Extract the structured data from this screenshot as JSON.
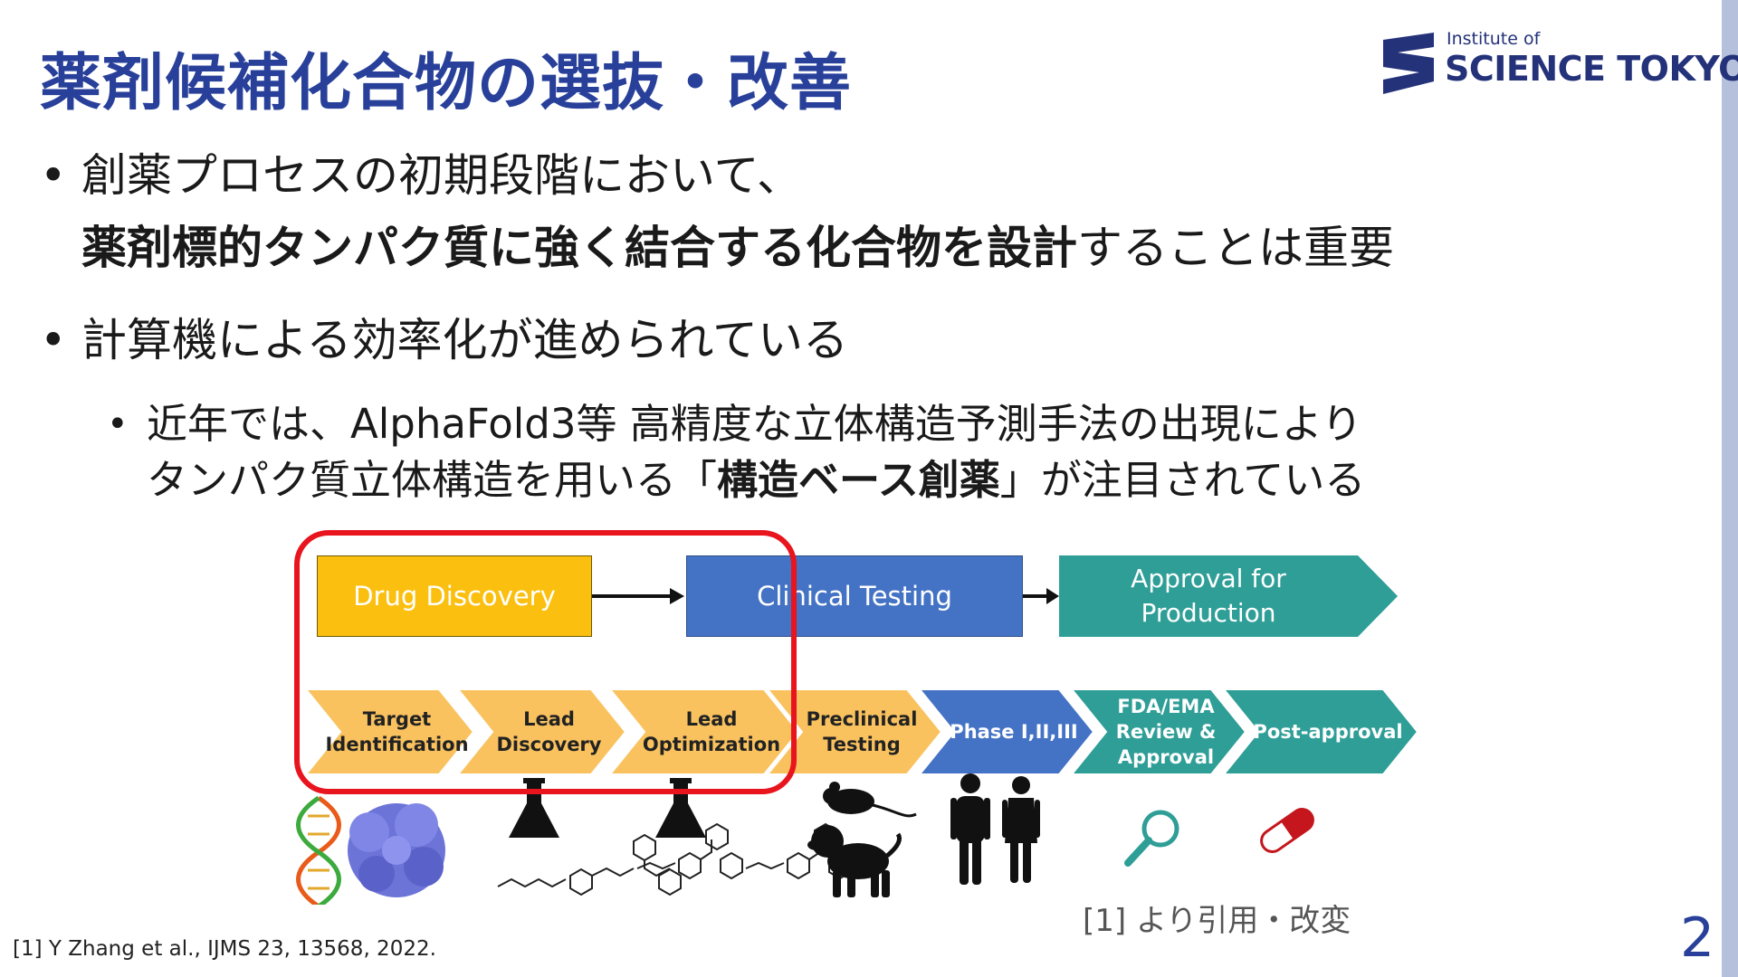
{
  "slide": {
    "title": "薬剤候補化合物の選抜・改善",
    "logo": {
      "line1": "Institute of",
      "line2": "SCIENCE TOKYO"
    },
    "bullet_symbol": "•",
    "bullet1": {
      "line1": "創薬プロセスの初期段階において、",
      "line2_bold": "薬剤標的タンパク質に強く結合する化合物を設計",
      "line2_rest": "することは重要"
    },
    "bullet2": {
      "text": "計算機による効率化が進められている"
    },
    "sub_bullet": {
      "line1": "近年では、AlphaFold3等 高精度な立体構造予測手法の出現により",
      "line2_pre": "タンパク質立体構造を用いる「",
      "line2_bold": "構造ベース創薬",
      "line2_post": "」が注目されている"
    },
    "reference": "[1] Y Zhang et al., IJMS 23, 13568, 2022.",
    "citation_note": "[1] より引用・改変",
    "page_number": "2"
  },
  "diagram": {
    "top_boxes": {
      "drug_discovery": "Drug Discovery",
      "clinical_testing": "Clinical Testing",
      "approval_line1": "Approval for",
      "approval_line2": "Production"
    },
    "stages": [
      {
        "line1": "Target",
        "line2": "Identification",
        "color": "#f9c25e",
        "text_color": "#222222"
      },
      {
        "line1": "Lead",
        "line2": "Discovery",
        "color": "#f9c25e",
        "text_color": "#222222"
      },
      {
        "line1": "Lead",
        "line2": "Optimization",
        "color": "#f9c25e",
        "text_color": "#222222"
      },
      {
        "line1": "Preclinical",
        "line2": "Testing",
        "color": "#f9c25e",
        "text_color": "#222222"
      },
      {
        "line1": "Phase I,II,III",
        "line2": "",
        "color": "#4473c5",
        "text_color": "#ffffff"
      },
      {
        "line1": "FDA/EMA",
        "line2": "Review &",
        "line3": "Approval",
        "color": "#2e9e97",
        "text_color": "#ffffff"
      },
      {
        "line1": "Post-approval",
        "line2": "",
        "color": "#2e9e97",
        "text_color": "#ffffff"
      }
    ],
    "icons": [
      "dna-icon",
      "protein-structure-icon",
      "flask-icon",
      "molecule-icon",
      "flask-icon",
      "molecule-icon",
      "mouse-icon",
      "dog-icon",
      "human-figures-icon",
      "magnifier-icon",
      "pill-icon"
    ]
  },
  "colors": {
    "title": "#28409a",
    "highlight_frame": "#e8141e",
    "drug_discovery": "#fbbf10",
    "clinical_testing": "#4473c5",
    "approval": "#2e9e97",
    "side_bar": "#b4c0dc"
  }
}
